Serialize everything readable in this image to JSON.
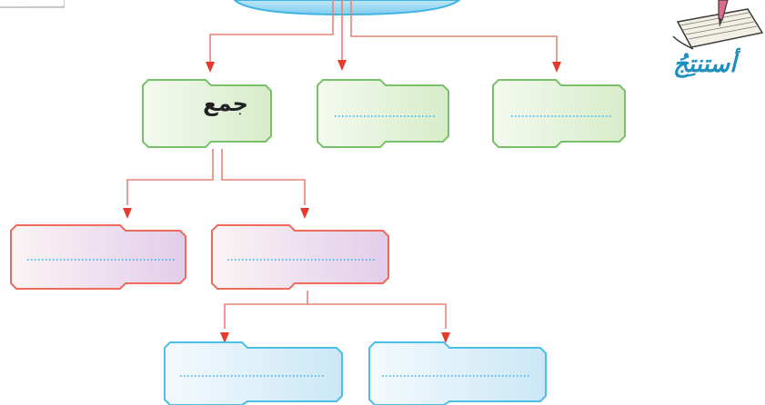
{
  "diagram": {
    "boxes": [
      {
        "id": "level1-right",
        "label": "",
        "has_blank": true
      },
      {
        "id": "level1-middle",
        "label": "",
        "has_blank": true
      },
      {
        "id": "level1-left",
        "label": "جمع",
        "has_blank": false
      },
      {
        "id": "level2-left",
        "label": "",
        "has_blank": true
      },
      {
        "id": "level2-right",
        "label": "",
        "has_blank": true
      },
      {
        "id": "level3-left",
        "label": "",
        "has_blank": true
      },
      {
        "id": "level3-right",
        "label": "",
        "has_blank": true
      }
    ],
    "level1_filled_label": "جمع"
  },
  "side_panel": {
    "heading": "أستنتِجُ",
    "icon": "notepad-pencil-icon"
  },
  "colors": {
    "arrow": "#e63a2e",
    "green_stroke": "#79c06a",
    "green_fill": "#e6f3de",
    "red_stroke": "#ee6a5c",
    "purple_fill": "#ecdff0",
    "blue_stroke": "#4bbfe8",
    "blue_fill": "#e7f4fb",
    "dots": "#3fa3dc",
    "heading": "#1f8fbd"
  }
}
